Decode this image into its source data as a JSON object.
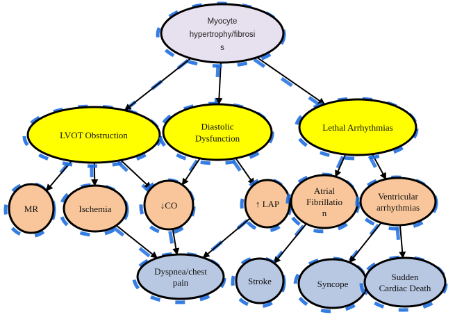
{
  "diagram": {
    "colors": {
      "top": "#e6e0ef",
      "mechanism": "#ffff00",
      "consequence": "#f8c69a",
      "outcome": "#b8c8e3",
      "shadow": "#1f6fe0",
      "stroke": "#000000"
    },
    "nodes": [
      {
        "id": "myocyte",
        "lines": [
          "Myocyte",
          "hypertrophy/fibrosi",
          "s"
        ],
        "level": "top"
      },
      {
        "id": "lvot",
        "lines": [
          "LVOT Obstruction"
        ],
        "level": "mechanism"
      },
      {
        "id": "diastolic",
        "lines": [
          "Diastolic",
          "Dysfunction"
        ],
        "level": "mechanism"
      },
      {
        "id": "lethal",
        "lines": [
          "Lethal Arrhythmias"
        ],
        "level": "mechanism"
      },
      {
        "id": "mr",
        "lines": [
          "MR"
        ],
        "level": "consequence"
      },
      {
        "id": "ischemia",
        "lines": [
          "Ischemia"
        ],
        "level": "consequence"
      },
      {
        "id": "co",
        "lines": [
          "↓CO"
        ],
        "level": "consequence"
      },
      {
        "id": "lap",
        "lines": [
          "↑ LAP"
        ],
        "level": "consequence"
      },
      {
        "id": "af",
        "lines": [
          "Atrial",
          "Fibrillatio",
          "n"
        ],
        "level": "consequence"
      },
      {
        "id": "va",
        "lines": [
          "Ventricular",
          "arrhythmias"
        ],
        "level": "consequence"
      },
      {
        "id": "dyspnea",
        "lines": [
          "Dyspnea/chest",
          "pain"
        ],
        "level": "outcome"
      },
      {
        "id": "stroke",
        "lines": [
          "Stroke"
        ],
        "level": "outcome"
      },
      {
        "id": "syncope",
        "lines": [
          "Syncope"
        ],
        "level": "outcome"
      },
      {
        "id": "scd",
        "lines": [
          "Sudden",
          "Cardiac Death"
        ],
        "level": "outcome"
      }
    ],
    "edges": [
      {
        "from": "myocyte",
        "to": "lvot"
      },
      {
        "from": "myocyte",
        "to": "diastolic"
      },
      {
        "from": "myocyte",
        "to": "lethal"
      },
      {
        "from": "lvot",
        "to": "mr"
      },
      {
        "from": "lvot",
        "to": "ischemia"
      },
      {
        "from": "lvot",
        "to": "co"
      },
      {
        "from": "diastolic",
        "to": "co"
      },
      {
        "from": "diastolic",
        "to": "lap"
      },
      {
        "from": "lethal",
        "to": "af"
      },
      {
        "from": "lethal",
        "to": "va"
      },
      {
        "from": "ischemia",
        "to": "dyspnea"
      },
      {
        "from": "co",
        "to": "dyspnea"
      },
      {
        "from": "lap",
        "to": "dyspnea"
      },
      {
        "from": "af",
        "to": "stroke"
      },
      {
        "from": "va",
        "to": "syncope"
      },
      {
        "from": "va",
        "to": "scd"
      }
    ]
  }
}
